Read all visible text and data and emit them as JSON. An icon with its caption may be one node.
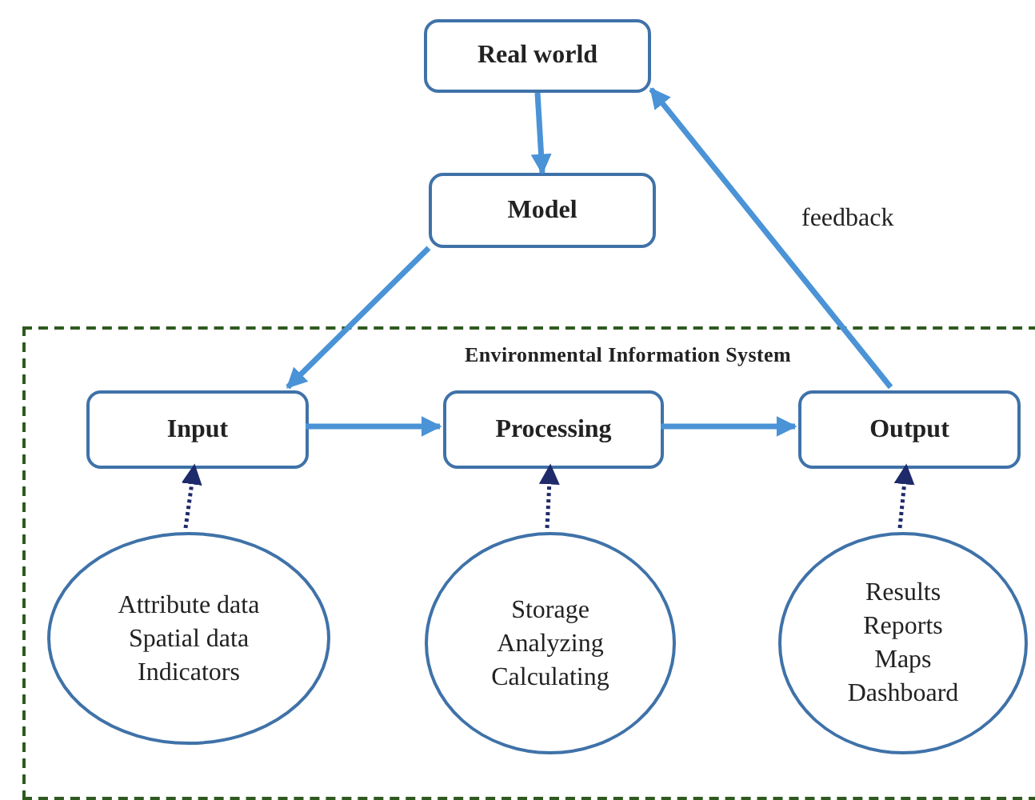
{
  "diagram": {
    "nodes": [
      {
        "text": [
          "Real world"
        ]
      },
      {
        "text": [
          "Model"
        ]
      },
      {
        "text": [
          "Environmental Information System"
        ]
      },
      {
        "text": [
          "Input"
        ],
        "in": 2
      },
      {
        "text": [
          "Processing"
        ],
        "in": 2
      },
      {
        "text": [
          "Output"
        ],
        "in": 2
      },
      {
        "text": [
          "Attribute data",
          "Spatial data",
          "Indicators"
        ],
        "in": 2
      },
      {
        "text": [
          "Storage",
          "Analyzing",
          "Calculating"
        ],
        "in": 2
      },
      {
        "text": [
          "Results",
          "Reports",
          "Maps",
          "Dashboard"
        ],
        "in": 2
      }
    ],
    "edges": [
      {
        "from": 0,
        "to": 1,
        "arrow": "to"
      },
      {
        "from": 1,
        "to": 3,
        "arrow": "to"
      },
      {
        "from": 3,
        "to": 4,
        "arrow": "to"
      },
      {
        "from": 4,
        "to": 5,
        "arrow": "to"
      },
      {
        "from": 5,
        "to": 0,
        "arrow": "to",
        "label": "feedback"
      },
      {
        "from": 6,
        "to": 3,
        "arrow": "to",
        "style": "dashed",
        "color": "#1f2a6b"
      },
      {
        "from": 7,
        "to": 4,
        "arrow": "to",
        "style": "dashed",
        "color": "#1f2a6b"
      },
      {
        "from": 8,
        "to": 5,
        "arrow": "to",
        "style": "dashed",
        "color": "#1f2a6b"
      }
    ]
  }
}
